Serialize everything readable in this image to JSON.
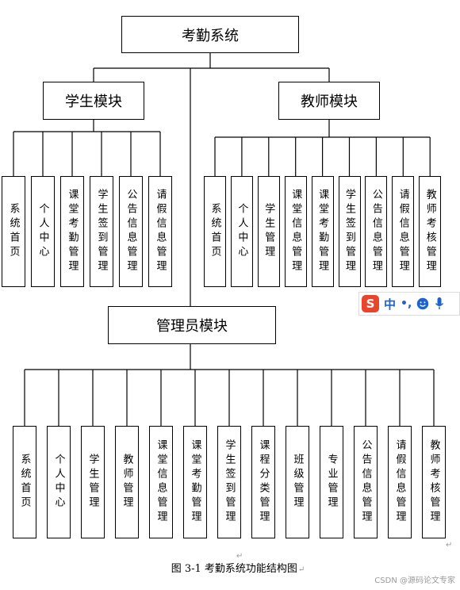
{
  "root": "考勤系统",
  "modules": [
    {
      "title": "学生模块",
      "items": [
        "系统首页",
        "个人中心",
        "课堂考勤管理",
        "学生签到管理",
        "公告信息管理",
        "请假信息管理"
      ]
    },
    {
      "title": "教师模块",
      "items": [
        "系统首页",
        "个人中心",
        "学生管理",
        "课堂信息管理",
        "课堂考勤管理",
        "学生签到管理",
        "公告信息管理",
        "请假信息管理",
        "教师考核管理"
      ]
    },
    {
      "title": "管理员模块",
      "items": [
        "系统首页",
        "个人中心",
        "学生管理",
        "教师管理",
        "课堂信息管理",
        "课堂考勤管理",
        "学生签到管理",
        "课程分类管理",
        "班级管理",
        "专业管理",
        "公告信息管理",
        "请假信息管理",
        "教师考核管理"
      ]
    }
  ],
  "caption": "图 3-1  考勤系统功能结构图",
  "paragraph_mark": "↵",
  "watermark": "CSDN @源码论文专家",
  "ime": {
    "zh": "中",
    "punc": "•,",
    "logo": "S"
  }
}
